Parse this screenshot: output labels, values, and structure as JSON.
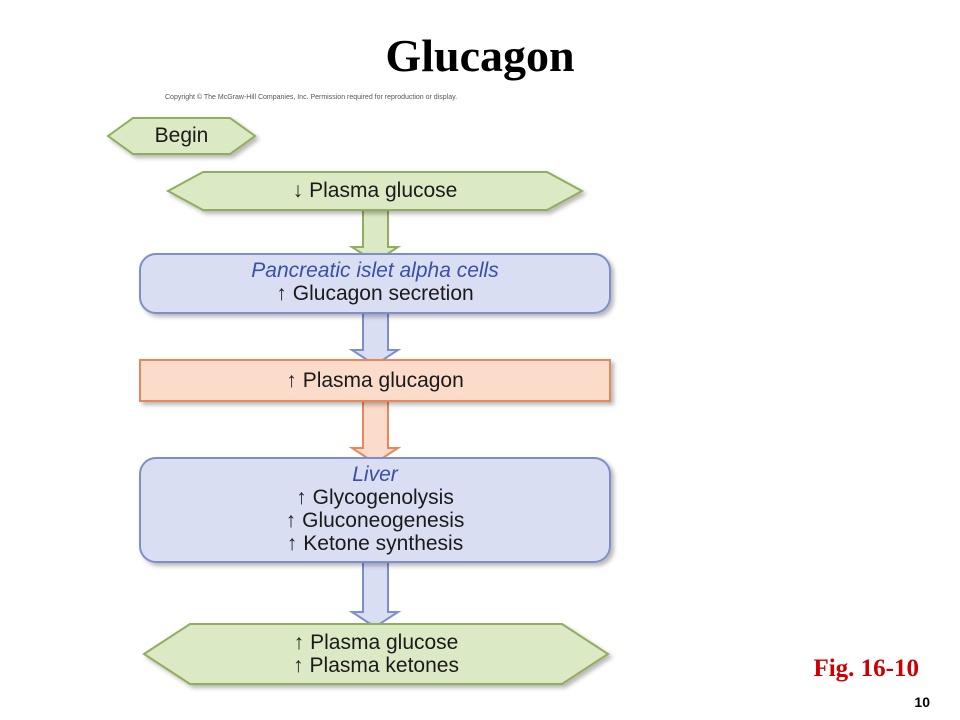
{
  "title": "Glucagon",
  "copyright": "Copyright © The McGraw-Hill Companies, Inc. Permission required for reproduction or display.",
  "colors": {
    "green_fill": "#dce9c5",
    "green_stroke": "#8fae5e",
    "blue_fill": "#d9def2",
    "blue_stroke": "#7b8fca",
    "orange_fill": "#fbdccb",
    "orange_stroke": "#e8875b",
    "heading_text": "#3a50a6",
    "figure_label": "#cc0000"
  },
  "flowchart": {
    "begin": {
      "label": "Begin"
    },
    "stimulus": {
      "symbol": "↓",
      "text": "Plasma glucose"
    },
    "pancreas": {
      "heading": "Pancreatic islet alpha cells",
      "symbol": "↑",
      "text": "Glucagon secretion"
    },
    "hormone": {
      "symbol": "↑",
      "text": "Plasma glucagon"
    },
    "liver": {
      "heading": "Liver",
      "lines": [
        {
          "symbol": "↑",
          "text": "Glycogenolysis"
        },
        {
          "symbol": "↑",
          "text": "Gluconeogenesis"
        },
        {
          "symbol": "↑",
          "text": "Ketone synthesis"
        }
      ]
    },
    "result": {
      "lines": [
        {
          "symbol": "↑",
          "text": "Plasma glucose"
        },
        {
          "symbol": "↑",
          "text": "Plasma ketones"
        }
      ]
    }
  },
  "figure_label": "Fig. 16-10",
  "page_number": "10"
}
